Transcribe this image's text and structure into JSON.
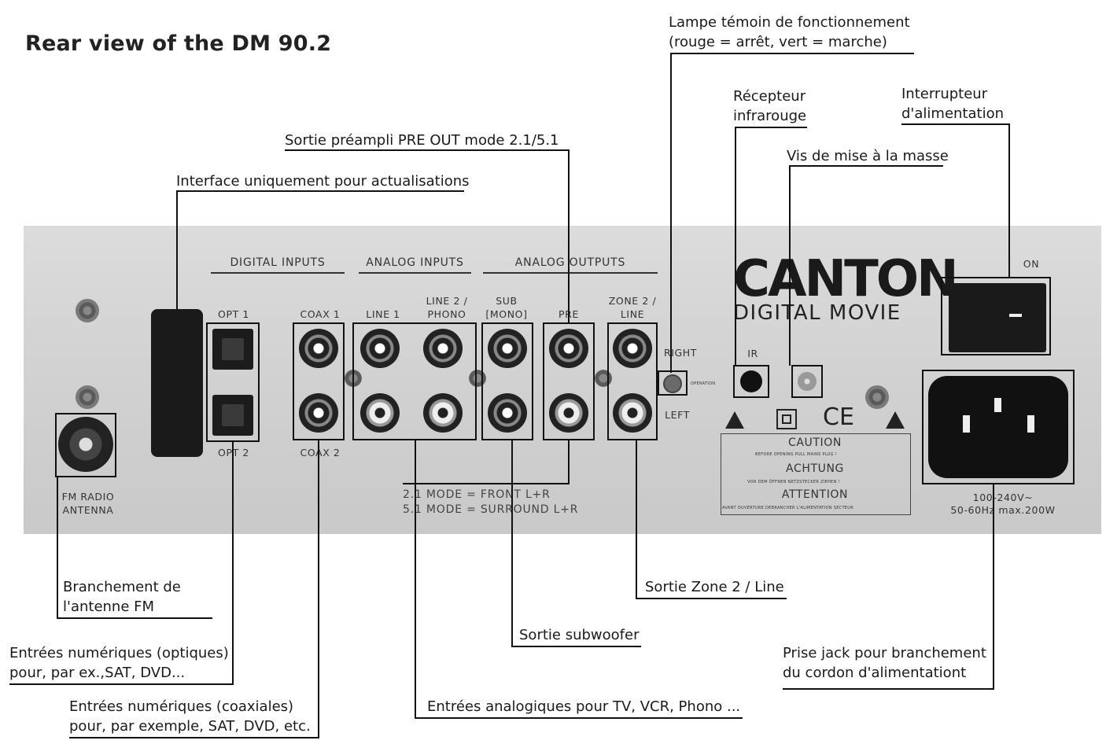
{
  "title": "Rear view of the DM 90.2",
  "callouts": {
    "lampe_1": "Lampe témoin de fonctionnement",
    "lampe_2": "(rouge = arrêt, vert = marche)",
    "recepteur_1": "Récepteur",
    "recepteur_2": "infrarouge",
    "interrupteur_1": "Interrupteur",
    "interrupteur_2": "d'alimentation",
    "vis": "Vis de mise à la masse",
    "sortie_preampli": "Sortie préampli PRE OUT mode 2.1/5.1",
    "interface": "Interface uniquement pour actualisations",
    "branchement_1": "Branchement de",
    "branchement_2": "l'antenne FM",
    "entrees_opt_1": "Entrées numériques (optiques)",
    "entrees_opt_2": "pour, par ex.,SAT, DVD...",
    "entrees_coax_1": "Entrées numériques (coaxiales)",
    "entrees_coax_2": "pour, par exemple, SAT, DVD, etc.",
    "entrees_analog": "Entrées analogiques pour TV, VCR, Phono ...",
    "sortie_sub": "Sortie subwoofer",
    "sortie_zone": "Sortie Zone 2 / Line",
    "prise_jack_1": "Prise jack pour branchement",
    "prise_jack_2": "du cordon d'alimentationt"
  },
  "panel": {
    "digital_inputs": "DIGITAL INPUTS",
    "analog_inputs": "ANALOG INPUTS",
    "analog_outputs": "ANALOG OUTPUTS",
    "opt1": "OPT 1",
    "opt2": "OPT 2",
    "coax1": "COAX 1",
    "coax2": "COAX 2",
    "line1": "LINE 1",
    "line2_a": "LINE 2 /",
    "line2_b": "PHONO",
    "sub_a": "SUB",
    "sub_b": "[MONO]",
    "pre": "PRE",
    "zone2_a": "ZONE 2 /",
    "zone2_b": "LINE",
    "right": "RIGHT",
    "left": "LEFT",
    "operation": "OPERATION",
    "ir": "IR",
    "on": "ON",
    "fm_a": "FM RADIO",
    "fm_b": "ANTENNA",
    "mode_21": "2.1 MODE = FRONT L+R",
    "mode_51": "5.1 MODE = SURROUND L+R",
    "brand": "CANTON",
    "brand_sub": "DIGITAL MOVIE",
    "caution": "CAUTION",
    "caution_small": "BEFORE OPENING PULL MAINS PLUG !",
    "achtung": "ACHTUNG",
    "achtung_small": "VOR DEM ÖFFNEN NETZSTECKER ZIEHEN !",
    "attention": "ATTENTION",
    "attention_small": "AVANT OUVERTURE DEBRANCHER L'ALIMENTATION SECTEUR",
    "ce": "CE",
    "power_a": "100-240V~",
    "power_b": "50-60Hz  max.200W"
  }
}
